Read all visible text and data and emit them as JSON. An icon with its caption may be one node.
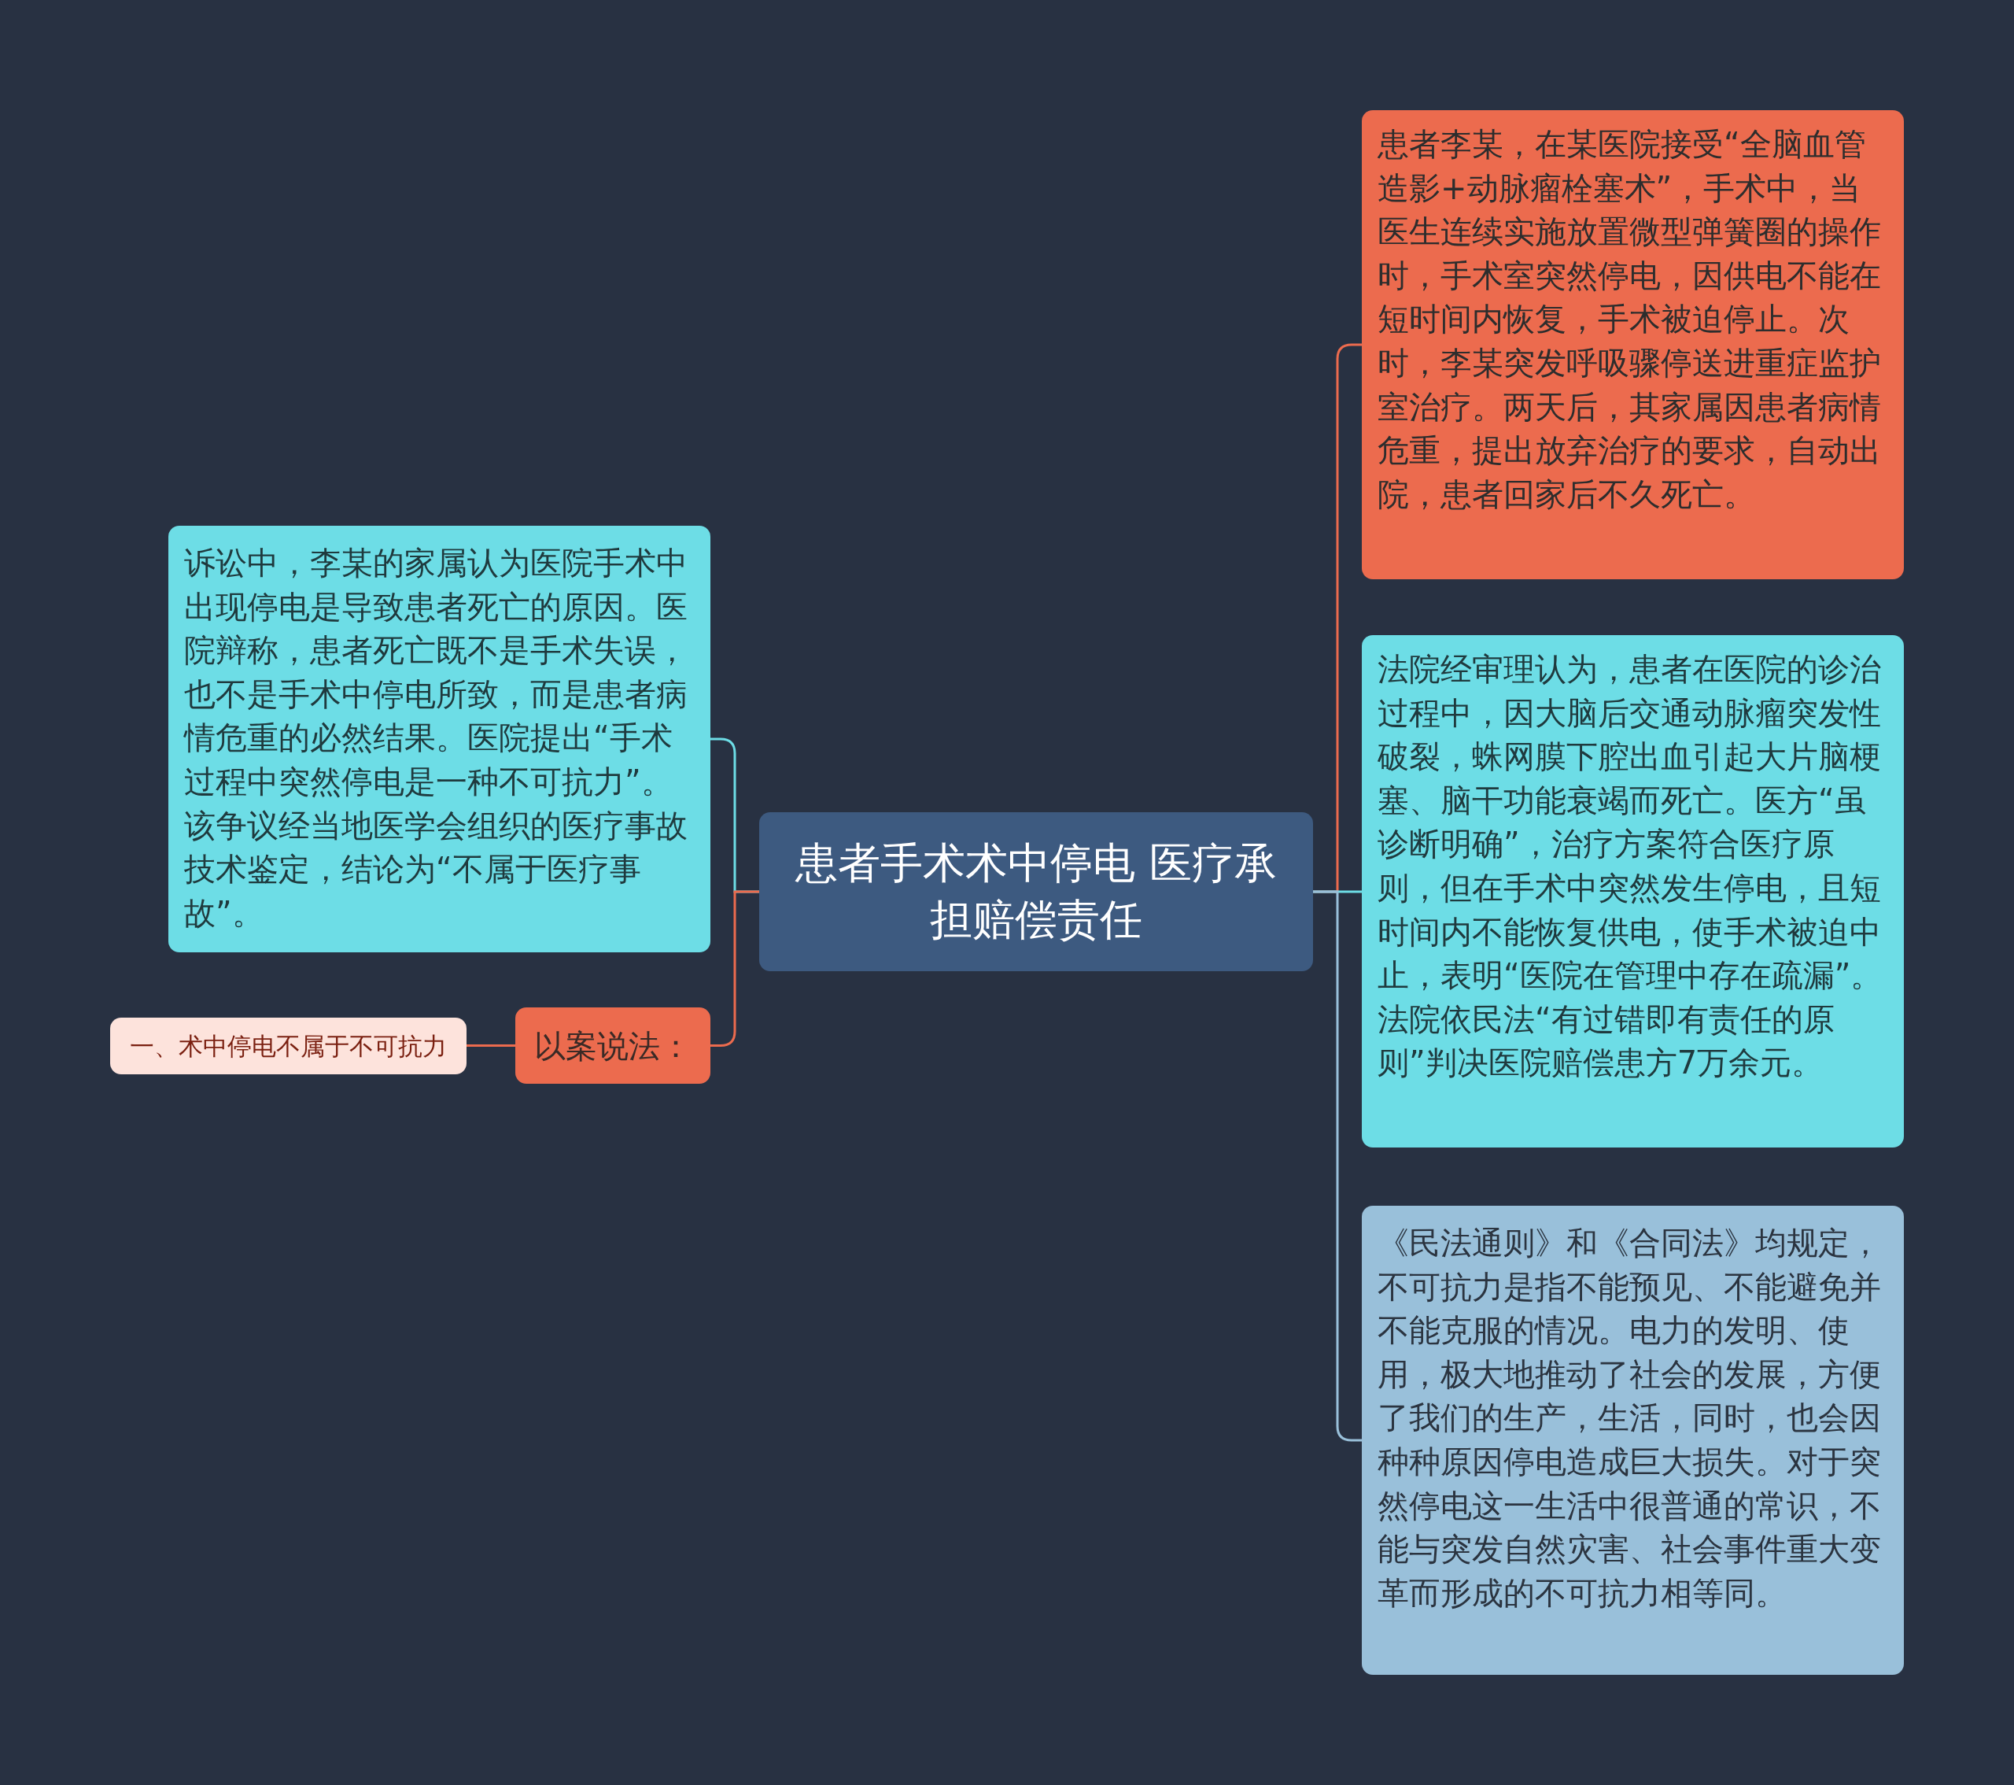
{
  "diagram": {
    "nodes": [
      {
        "text": [
          "患者手术术中停电 医疗承担赔偿责任"
        ]
      },
      {
        "text": [
          "患者李某，在某医院接受“全脑血管造影+动脉瘤栓塞术”，手术中，当医生连续实施放置微型弹簧圈的操作时，手术室突然停电，因供电不能在短时间内恢复，手术被迫停止。次时，李某突发呼吸骤停送进重症监护室治疗。两天后，其家属因患者病情危重，提出放弃治疗的要求，自动出院，患者回家后不久死亡。"
        ]
      },
      {
        "text": [
          "法院经审理认为，患者在医院的诊治过程中，因大脑后交通动脉瘤突发性破裂，蛛网膜下腔出血引起大片脑梗塞、脑干功能衰竭而死亡。医方“虽诊断明确”，治疗方案符合医疗原则，但在手术中突然发生停电，且短时间内不能恢复供电，使手术被迫中止，表明“医院在管理中存在疏漏”。法院依民法“有过错即有责任的原则”判决医院赔偿患方7万余元。"
        ]
      },
      {
        "text": [
          "《民法通则》和《合同法》均规定，不可抗力是指不能预见、不能避免并不能克服的情况。电力的发明、使用，极大地推动了社会的发展，方便了我们的生产，生活，同时，也会因种种原因停电造成巨大损失。对于突然停电这一生活中很普通的常识，不能与突发自然灾害、社会事件重大变革而形成的不可抗力相等同。"
        ]
      },
      {
        "text": [
          "诉讼中，李某的家属认为医院手术中出现停电是导致患者死亡的原因。医院辩称，患者死亡既不是手术失误，也不是手术中停电所致，而是患者病情危重的必然结果。医院提出“手术过程中突然停电是一种不可抗力”。该争议经当地医学会组织的医疗事故技术鉴定，结论为“不属于医疗事故”。"
        ]
      },
      {
        "text": [
          "以案说法："
        ]
      },
      {
        "text": [
          "一、术中停电不属于不可抗力"
        ]
      }
    ],
    "edges": [
      {
        "from": 0,
        "to": 1,
        "arrow": "none",
        "color": "#ec6b4e"
      },
      {
        "from": 0,
        "to": 2,
        "arrow": "none",
        "color": "#6ddde6"
      },
      {
        "from": 0,
        "to": 3,
        "arrow": "none",
        "color": "#99c0da"
      },
      {
        "from": 0,
        "to": 4,
        "arrow": "none",
        "color": "#6ddde6"
      },
      {
        "from": 0,
        "to": 5,
        "arrow": "none",
        "color": "#ec6b4e"
      },
      {
        "from": 5,
        "to": 6,
        "arrow": "none",
        "color": "#ec6b4e"
      }
    ]
  }
}
